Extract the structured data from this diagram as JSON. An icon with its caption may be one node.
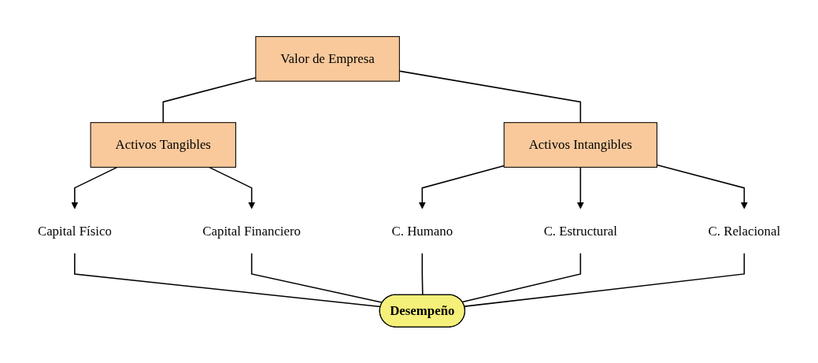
{
  "diagram": {
    "nodes": [
      {
        "text": [
          "Valor de Empresa"
        ]
      },
      {
        "text": [
          "Activos Tangibles"
        ]
      },
      {
        "text": [
          "Activos Intangibles"
        ]
      },
      {
        "text": [
          "Capital Físico"
        ]
      },
      {
        "text": [
          "Capital Financiero"
        ]
      },
      {
        "text": [
          "C. Humano"
        ]
      },
      {
        "text": [
          "C. Estructural"
        ]
      },
      {
        "text": [
          "C. Relacional"
        ]
      },
      {
        "text": [
          "Desempeño"
        ]
      }
    ],
    "edges": [
      {
        "from": 0,
        "to": 1,
        "arrow": "none"
      },
      {
        "from": 0,
        "to": 2,
        "arrow": "none"
      },
      {
        "from": 1,
        "to": 3,
        "arrow": "to"
      },
      {
        "from": 1,
        "to": 4,
        "arrow": "to"
      },
      {
        "from": 2,
        "to": 5,
        "arrow": "to"
      },
      {
        "from": 2,
        "to": 6,
        "arrow": "to"
      },
      {
        "from": 2,
        "to": 7,
        "arrow": "to"
      },
      {
        "from": 3,
        "to": 8,
        "arrow": "none"
      },
      {
        "from": 4,
        "to": 8,
        "arrow": "none"
      },
      {
        "from": 5,
        "to": 8,
        "arrow": "none"
      },
      {
        "from": 6,
        "to": 8,
        "arrow": "none"
      },
      {
        "from": 7,
        "to": 8,
        "arrow": "none"
      }
    ]
  }
}
